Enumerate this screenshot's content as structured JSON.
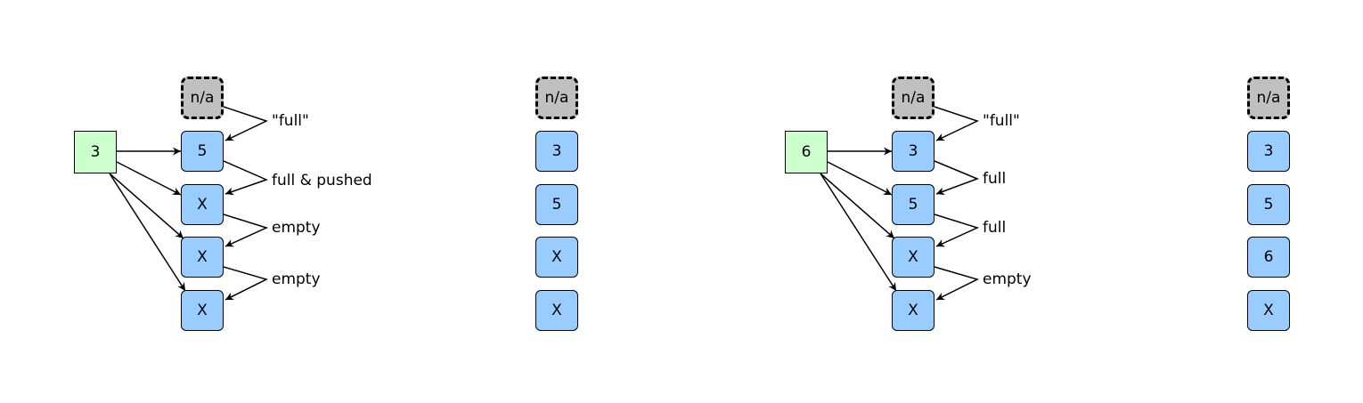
{
  "diagrams": [
    {
      "key": "3",
      "before": {
        "placeholder": "n/a",
        "slots": [
          "5",
          "X",
          "X",
          "X"
        ],
        "annotations": [
          "\"full\"",
          "full & pushed",
          "empty",
          "empty"
        ]
      },
      "after": {
        "placeholder": "n/a",
        "slots": [
          "3",
          "5",
          "X",
          "X"
        ]
      }
    },
    {
      "key": "6",
      "before": {
        "placeholder": "n/a",
        "slots": [
          "3",
          "5",
          "X",
          "X"
        ],
        "annotations": [
          "\"full\"",
          "full",
          "full",
          "empty"
        ]
      },
      "after": {
        "placeholder": "n/a",
        "slots": [
          "3",
          "5",
          "6",
          "X"
        ]
      }
    }
  ],
  "colors": {
    "slot_fill": "#99ccff",
    "placeholder_fill": "#c0c0c0",
    "key_fill": "#ccffcc",
    "stroke": "#000000"
  }
}
